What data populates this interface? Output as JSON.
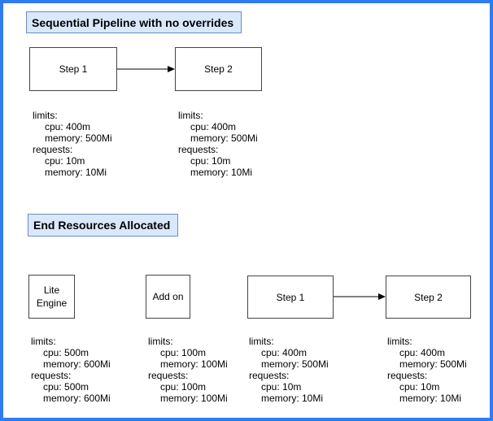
{
  "colors": {
    "page_border": "#2f7bf3",
    "title_fill": "#dae8fc",
    "title_border": "#6c8ebf",
    "node_fill": "#ffffff",
    "node_border": "#444444",
    "arrow": "#000000",
    "text": "#000000"
  },
  "sections": [
    {
      "title": "Sequential Pipeline with no overrides",
      "nodes": [
        {
          "label": "Step 1"
        },
        {
          "label": "Step 2"
        }
      ],
      "resources": [
        {
          "lines": [
            "limits:",
            "cpu: 400m",
            "memory: 500Mi",
            "requests:",
            "cpu: 10m",
            "memory: 10Mi"
          ]
        },
        {
          "lines": [
            "limits:",
            "cpu: 400m",
            "memory: 500Mi",
            "requests:",
            "cpu: 10m",
            "memory: 10Mi"
          ]
        }
      ]
    },
    {
      "title": "End Resources Allocated",
      "nodes": [
        {
          "label": "Lite Engine"
        },
        {
          "label": "Add on"
        },
        {
          "label": "Step 1"
        },
        {
          "label": "Step 2"
        }
      ],
      "resources": [
        {
          "lines": [
            "limits:",
            "cpu: 500m",
            "memory: 600Mi",
            "requests:",
            "cpu: 500m",
            "memory: 600Mi"
          ]
        },
        {
          "lines": [
            "limits:",
            "cpu: 100m",
            "memory: 100Mi",
            "requests:",
            "cpu: 100m",
            "memory: 100Mi"
          ]
        },
        {
          "lines": [
            "limits:",
            "cpu: 400m",
            "memory: 500Mi",
            "requests:",
            "cpu: 10m",
            "memory: 10Mi"
          ]
        },
        {
          "lines": [
            "limits:",
            "cpu: 400m",
            "memory: 500Mi",
            "requests:",
            "cpu: 10m",
            "memory: 10Mi"
          ]
        }
      ]
    }
  ]
}
